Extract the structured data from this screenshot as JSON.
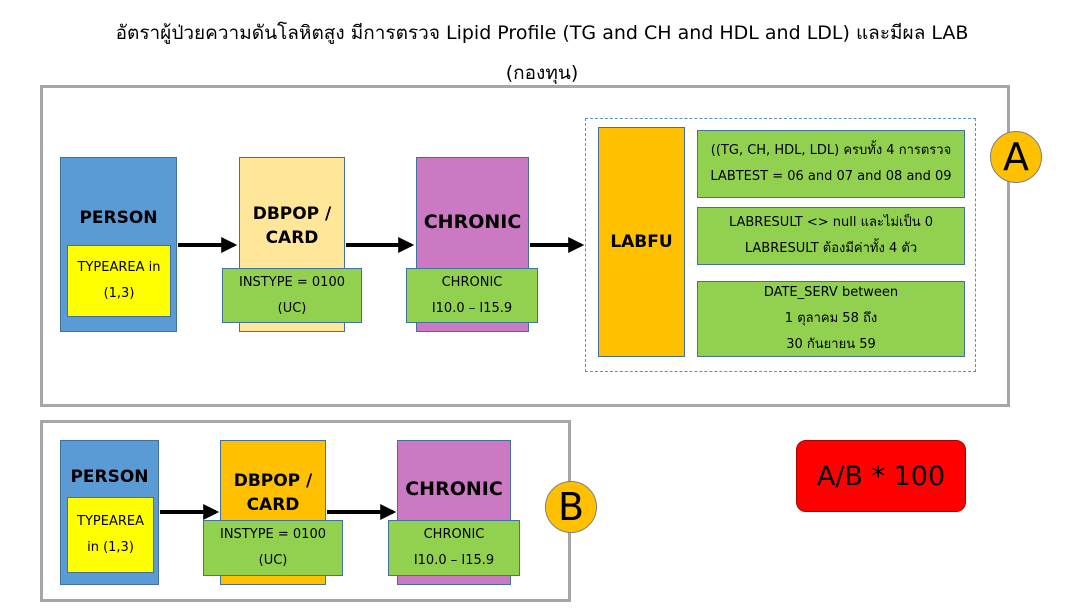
{
  "title": {
    "line1": "อัตราผู้ป่วยความดันโลหิตสูง มีการตรวจ Lipid Profile (TG and CH and HDL and LDL) และมีผล LAB",
    "line2": "(กองทุน)"
  },
  "panel_a": {
    "label": "A",
    "person": {
      "title": "PERSON",
      "cond_line1": "TYPEAREA in",
      "cond_line2": "(1,3)"
    },
    "dbpop": {
      "title_line1": "DBPOP /",
      "title_line2": "CARD",
      "cond_line1": "INSTYPE = 0100",
      "cond_line2": "(UC)"
    },
    "chronic": {
      "title": "CHRONIC",
      "cond_line1": "CHRONIC",
      "cond_line2": "I10.0 – I15.9"
    },
    "labfu": {
      "title": "LABFU",
      "cond1_line1": "((TG, CH, HDL, LDL) ครบทั้ง 4 การตรวจ",
      "cond1_line2": "LABTEST = 06  and 07 and  08 and 09",
      "cond2_line1": "LABRESULT <> null และไม่เป็น 0",
      "cond2_line2": "LABRESULT ต้องมีค่าทั้ง 4 ตัว",
      "cond3_line1": "DATE_SERV between",
      "cond3_line2": "1 ตุลาคม 58 ถึง",
      "cond3_line3": "30 กันยายน 59"
    }
  },
  "panel_b": {
    "label": "B",
    "person": {
      "title": "PERSON",
      "cond_line1": "TYPEAREA",
      "cond_line2": "in (1,3)"
    },
    "dbpop": {
      "title_line1": "DBPOP /",
      "title_line2": "CARD",
      "cond_line1": "INSTYPE = 0100",
      "cond_line2": "(UC)"
    },
    "chronic": {
      "title": "CHRONIC",
      "cond_line1": "CHRONIC",
      "cond_line2": "I10.0 – I15.9"
    }
  },
  "formula": "A/B * 100",
  "colors": {
    "person": "#5b9bd5",
    "dbpop_a": "#ffe699",
    "dbpop_b": "#ffc000",
    "chronic": "#cc79c4",
    "labfu": "#ffc000",
    "condition_green": "#92d050",
    "condition_yellow": "#ffff00",
    "circle": "#ffc000",
    "formula": "#ff0000"
  }
}
